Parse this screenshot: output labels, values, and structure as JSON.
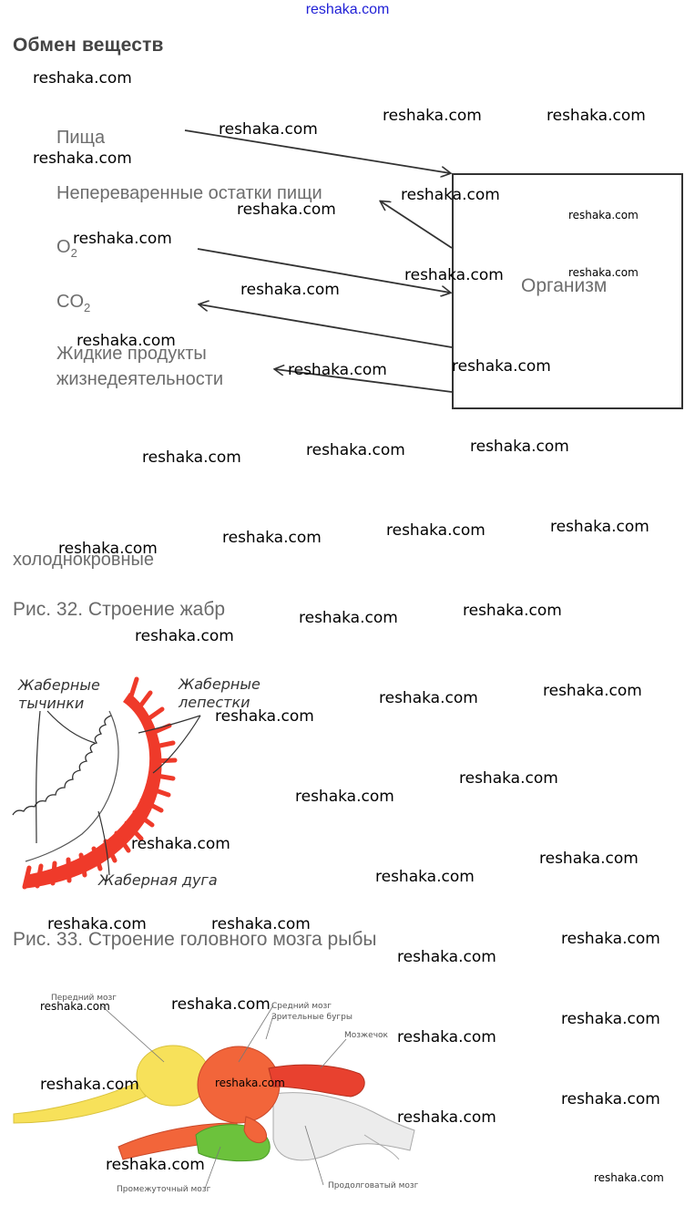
{
  "header": {
    "site_link": "reshaka.com"
  },
  "metabolism": {
    "title": "Обмен веществ",
    "labels": {
      "food": "Пища",
      "undigested": "Непереваренные остатки пищи",
      "o2_base": "O",
      "o2_sub": "2",
      "co2_base": "CO",
      "co2_sub": "2",
      "liquid_line1": "Жидкие продукты",
      "liquid_line2": "жизнедеятельности"
    },
    "organism": "Организм"
  },
  "answer": {
    "text": "холоднокровные"
  },
  "fig32": {
    "caption": "Рис. 32. Строение жабр",
    "label_rakers_line1": "Жаберные",
    "label_rakers_line2": "тычинки",
    "label_filaments_line1": "Жаберные",
    "label_filaments_line2": "лепестки",
    "label_arch": "Жаберная дуга"
  },
  "fig33": {
    "caption": "Рис. 33. Строение головного мозга рыбы",
    "label_forebrain": "Передний мозг",
    "label_midbrain_line1": "Средний мозг",
    "label_midbrain_line2": "Зрительные бугры",
    "label_cerebellum": "Мозжечок",
    "label_diencephalon": "Промежуточный мозг",
    "label_medulla": "Продолговатый мозг"
  },
  "watermark": "reshaka.com",
  "colors": {
    "gill_red": "#ef3a2a",
    "forebrain_yellow": "#f7e15a",
    "midbrain_orange": "#f2653a",
    "cerebellum_red": "#e8412f",
    "diencephalon_green": "#6cc23c",
    "medulla_gray": "#e8e8e8"
  }
}
